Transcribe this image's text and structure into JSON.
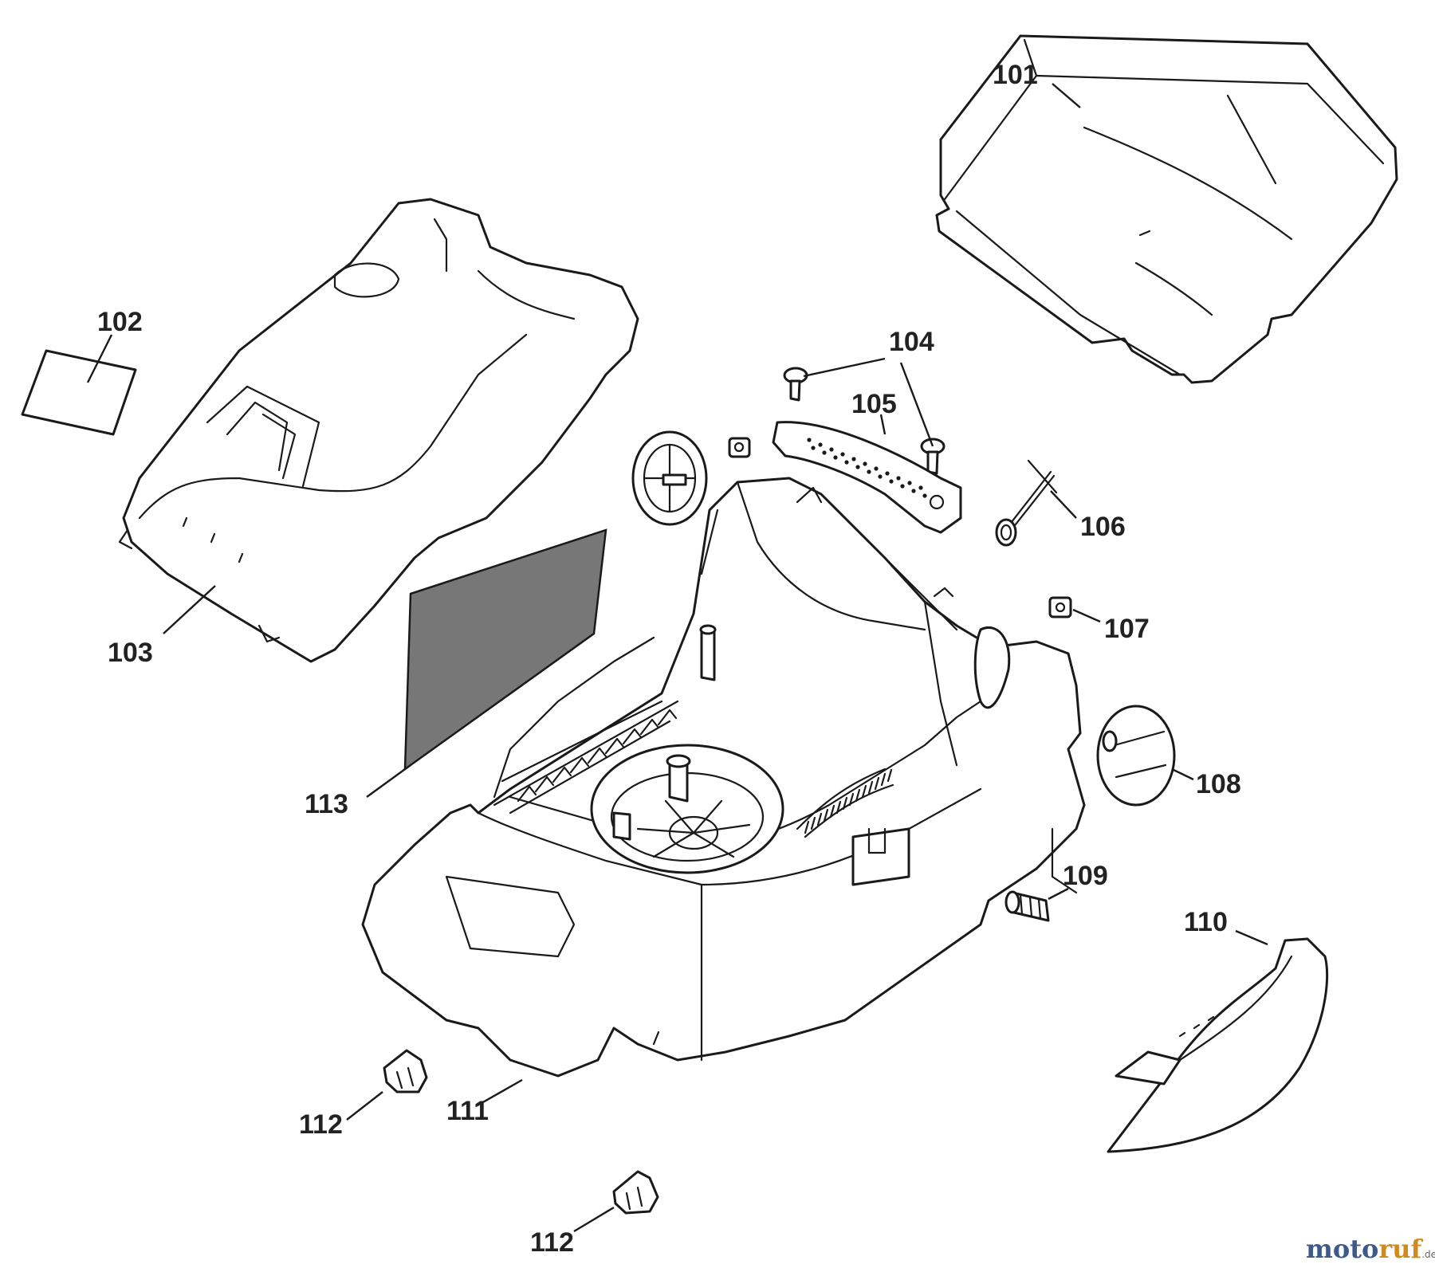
{
  "parts": [
    {
      "id": "p101",
      "number": "101"
    },
    {
      "id": "p102",
      "number": "102"
    },
    {
      "id": "p103",
      "number": "103"
    },
    {
      "id": "p104",
      "number": "104"
    },
    {
      "id": "p105",
      "number": "105"
    },
    {
      "id": "p106",
      "number": "106"
    },
    {
      "id": "p107",
      "number": "107"
    },
    {
      "id": "p108",
      "number": "108"
    },
    {
      "id": "p109",
      "number": "109"
    },
    {
      "id": "p110",
      "number": "110"
    },
    {
      "id": "p111",
      "number": "111"
    },
    {
      "id": "p112a",
      "number": "112"
    },
    {
      "id": "p113",
      "number": "113"
    },
    {
      "id": "p112b",
      "number": "112"
    }
  ],
  "watermark": {
    "part1": "moto",
    "part2": "ruf",
    "suffix": ".de"
  }
}
